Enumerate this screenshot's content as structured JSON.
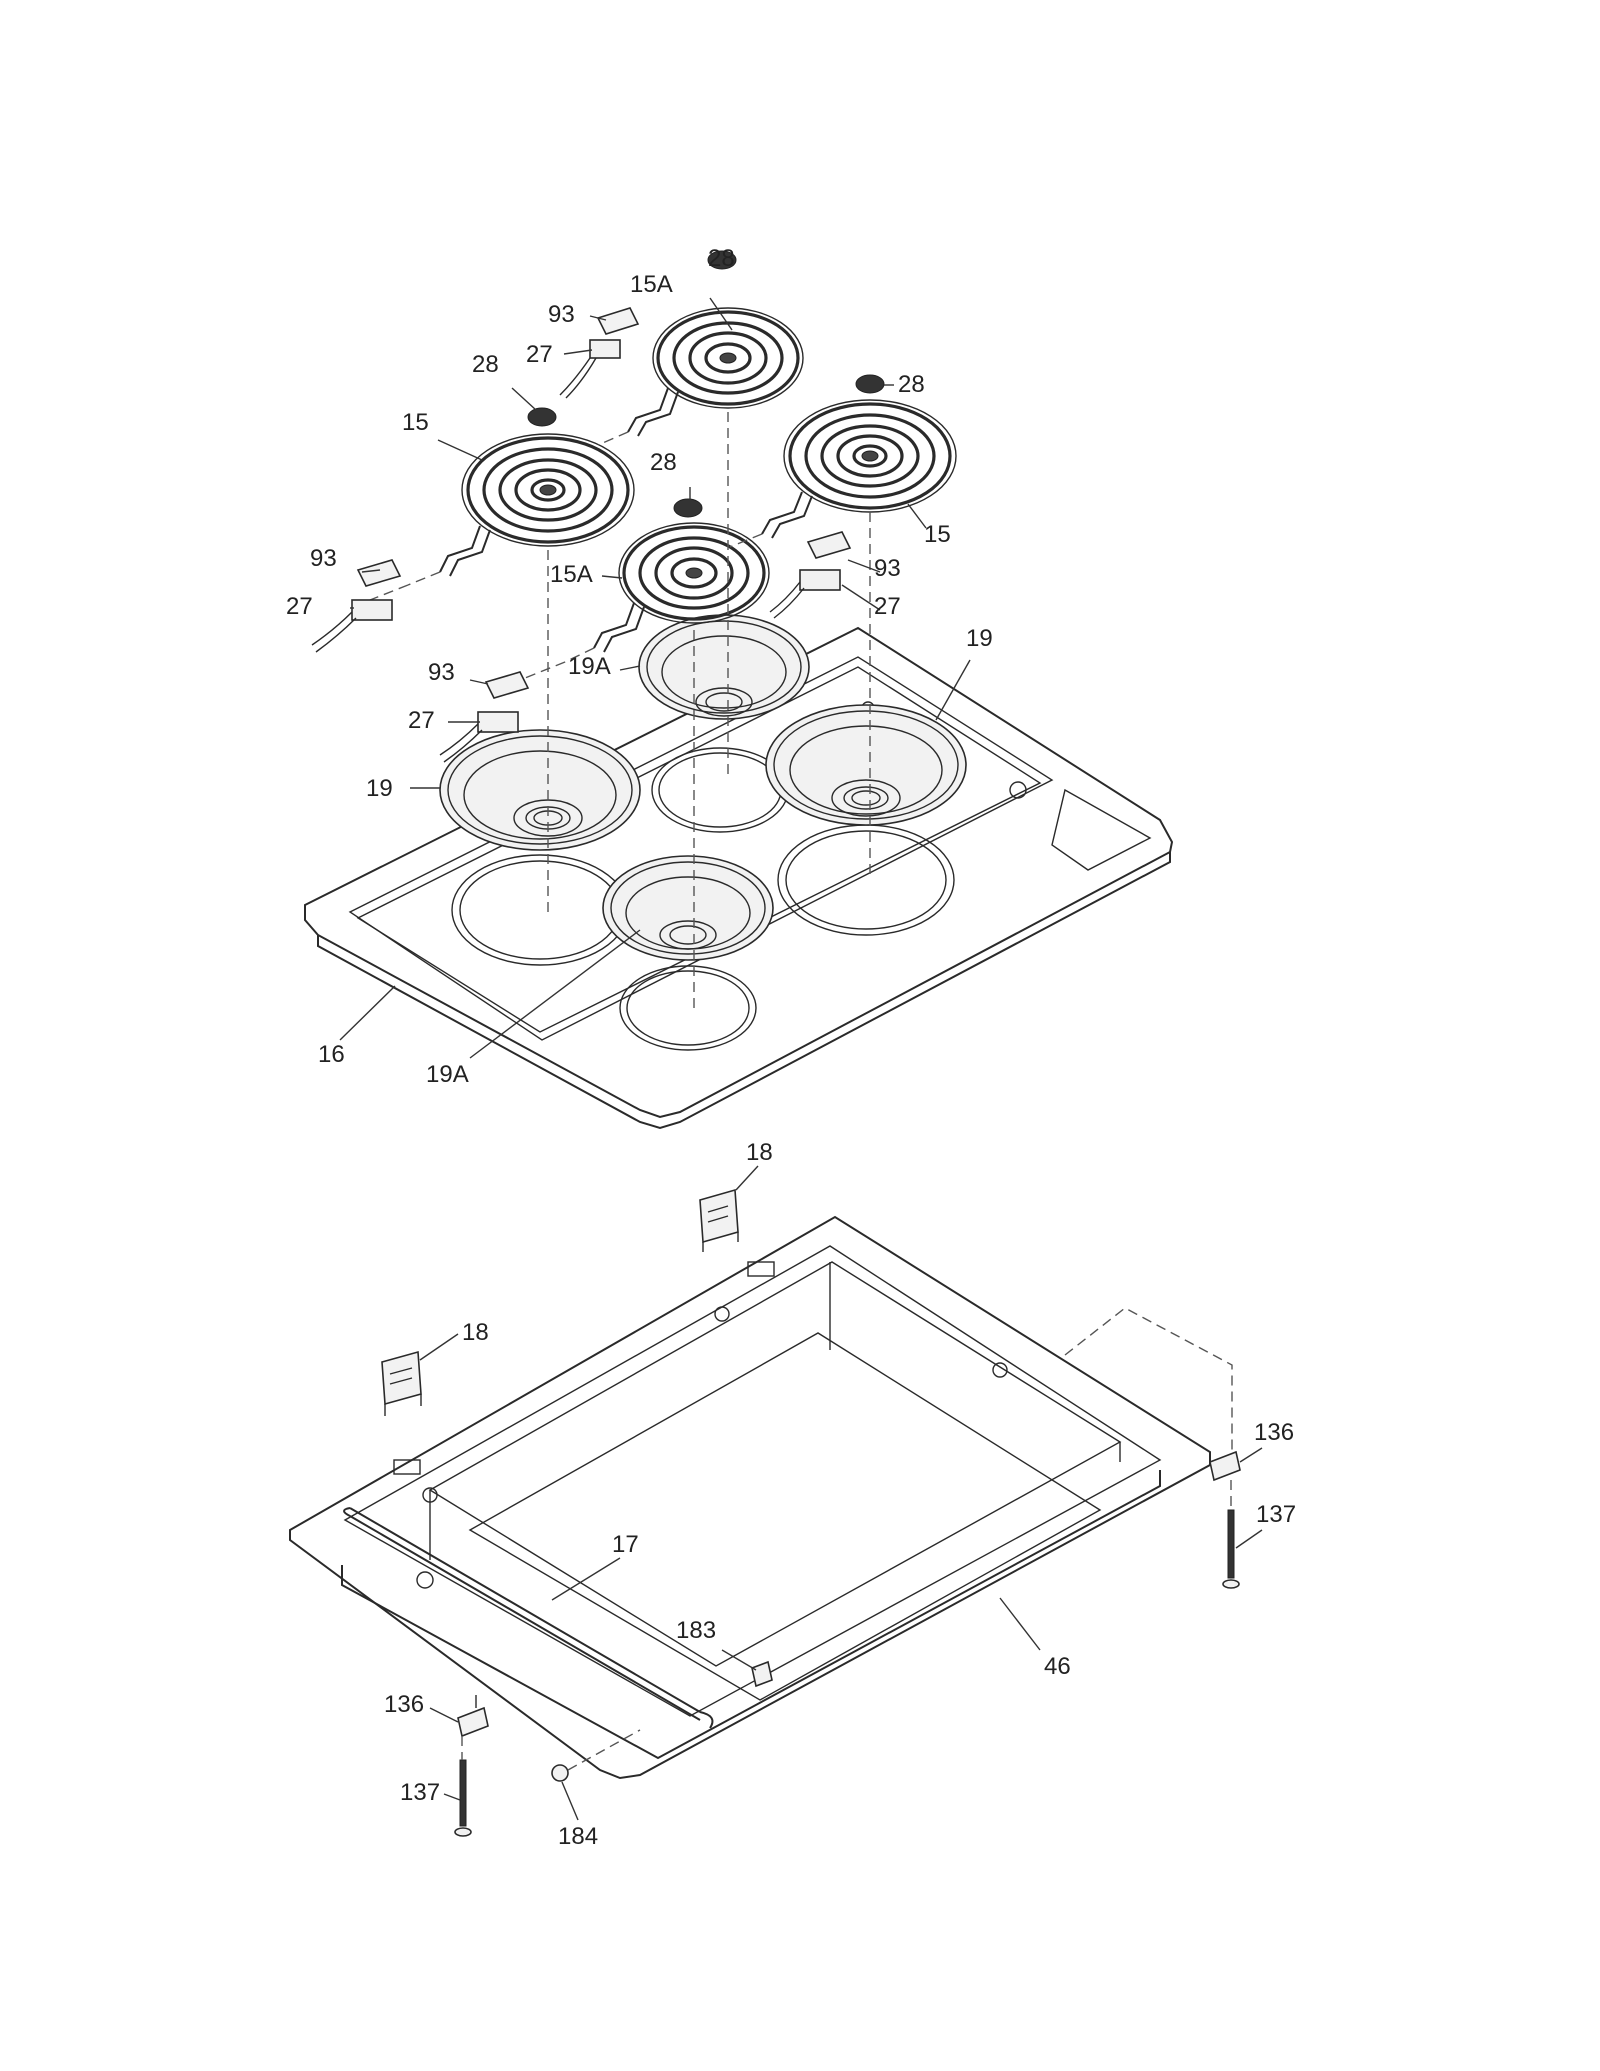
{
  "diagram": {
    "callouts": {
      "c28_top": "28",
      "c15a_top": "15A",
      "c93_tl": "93",
      "c27_tl": "27",
      "c28_left": "28",
      "c28_right": "28",
      "c15_left": "15",
      "c28_mid": "28",
      "c15_right": "15",
      "c93_left": "93",
      "c15a_mid": "15A",
      "c93_right": "93",
      "c27_left": "27",
      "c27_right": "27",
      "c19_right": "19",
      "c93_low": "93",
      "c19a_top": "19A",
      "c27_low": "27",
      "c19_left": "19",
      "c16": "16",
      "c19a_low": "19A",
      "c18_top": "18",
      "c18_left": "18",
      "c136_right": "136",
      "c137_right": "137",
      "c17": "17",
      "c183": "183",
      "c46": "46",
      "c136_left": "136",
      "c137_left": "137",
      "c184": "184"
    }
  }
}
